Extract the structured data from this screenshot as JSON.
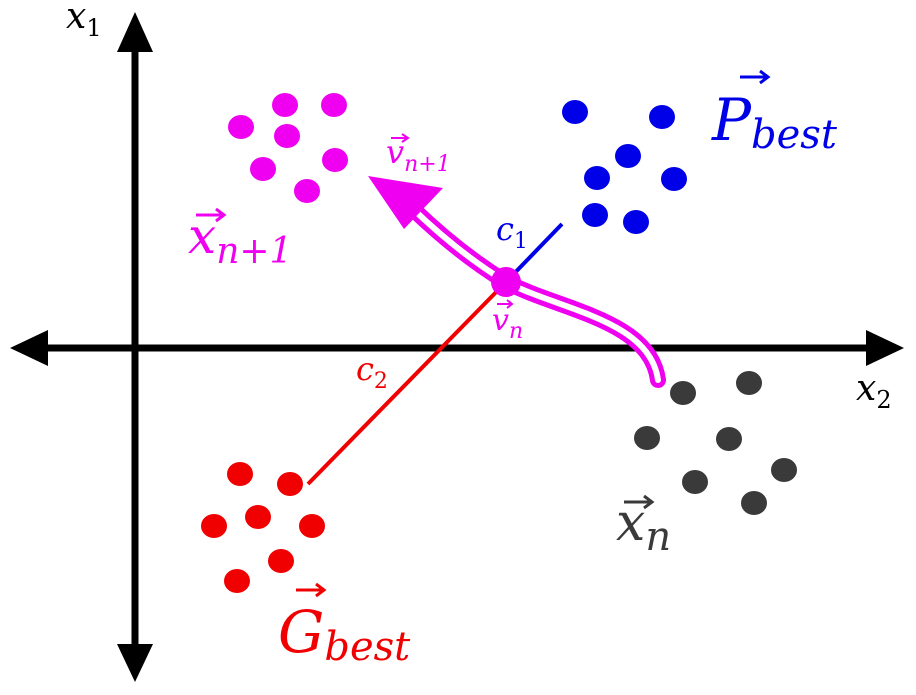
{
  "axes": {
    "x_label": "x",
    "x_sub": "2",
    "y_label": "x",
    "y_sub": "1"
  },
  "labels": {
    "x_next": {
      "base": "x",
      "sub": "n+1",
      "color": "#f000f0"
    },
    "v_next": {
      "base": "v",
      "sub": "n+1",
      "color": "#f000f0"
    },
    "v_n": {
      "base": "v",
      "sub": "n",
      "color": "#f000f0"
    },
    "p_best": {
      "base": "P",
      "sub": "best",
      "color": "#0000e8"
    },
    "g_best": {
      "base": "G",
      "sub": "best",
      "color": "#f00000"
    },
    "x_n": {
      "base": "x",
      "sub": "n",
      "color": "#3a3a3a"
    },
    "c1": {
      "base": "c",
      "sub": "1",
      "color": "#0000e8"
    },
    "c2": {
      "base": "c",
      "sub": "2",
      "color": "#f00000"
    }
  },
  "colors": {
    "axis": "#000000",
    "magenta": "#f000f0",
    "blue": "#0000e8",
    "red": "#f00000",
    "gray": "#3a3a3a"
  }
}
